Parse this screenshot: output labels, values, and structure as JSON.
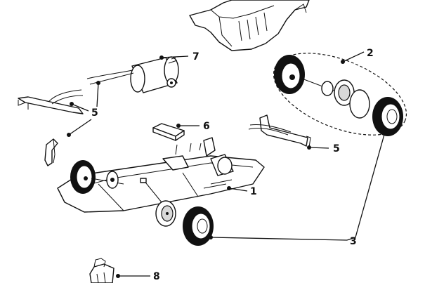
{
  "diagram": {
    "callouts": [
      {
        "id": "1",
        "text": "1"
      },
      {
        "id": "2",
        "text": "2"
      },
      {
        "id": "3",
        "text": "3"
      },
      {
        "id": "5a",
        "text": "5"
      },
      {
        "id": "5b",
        "text": "5"
      },
      {
        "id": "6",
        "text": "6"
      },
      {
        "id": "7",
        "text": "7"
      },
      {
        "id": "8",
        "text": "8"
      }
    ]
  }
}
